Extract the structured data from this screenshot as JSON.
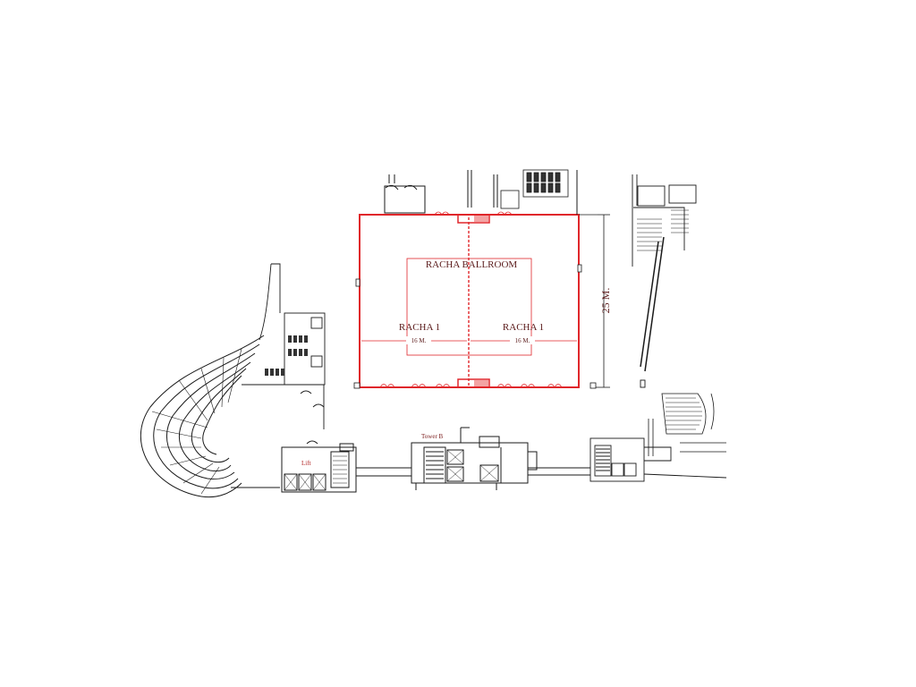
{
  "ballroom": {
    "title": "RACHA BALLROOM",
    "left_room": "RACHA 1",
    "right_room": "RACHA 1",
    "left_width": "16 M.",
    "right_width": "16 M.",
    "depth": "25 M."
  },
  "labels": {
    "lift": "Lift",
    "tower_b": "Tower B"
  },
  "colors": {
    "ballroom_outline": "#e0272b",
    "room_label": "#5a1a1a",
    "linework": "#1a1a1a"
  }
}
